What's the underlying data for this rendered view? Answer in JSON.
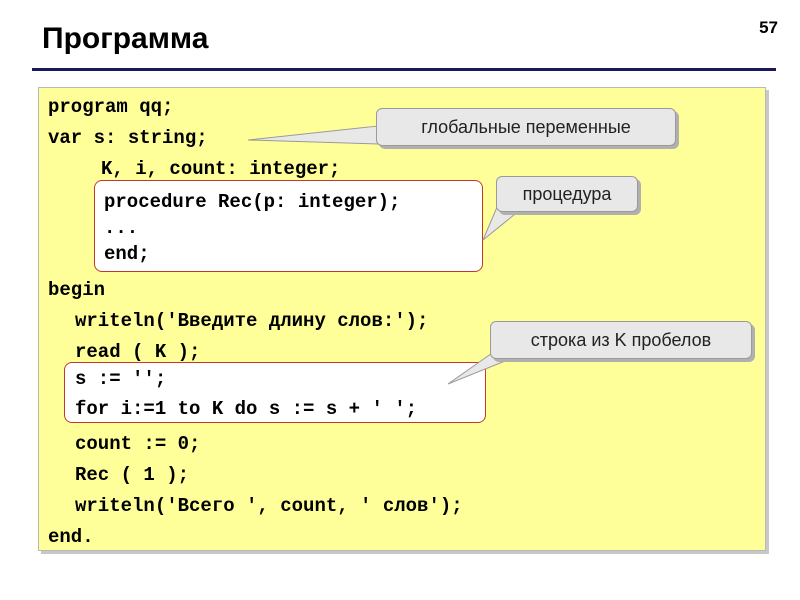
{
  "slide": {
    "title": "Программа",
    "page_number": "57"
  },
  "code": {
    "lines": {
      "l1": "program qq;",
      "l2": "var s: string;",
      "l3": "K, i, count: integer;",
      "l4": "procedure Rec(p: integer);",
      "l5": "...",
      "l6": "end;",
      "l7": "begin",
      "l8": "writeln('Введите длину слов:');",
      "l9": "read ( K );",
      "l10": "s := '';",
      "l11": "for i:=1 to K do s := s + ' ';",
      "l12": "count := 0;",
      "l13": "Rec ( 1 );",
      "l14": "writeln('Всего ', count, ' слов');",
      "l15": "end."
    }
  },
  "callouts": {
    "globals": "глобальные переменные",
    "procedure": "процедура",
    "spaces": "строка из K пробелов"
  },
  "colors": {
    "code_background": "#ffff99",
    "highlight_border": "#c0392b",
    "callout_background": "#e8e8e8",
    "title_rule": "#1a1a5a"
  }
}
